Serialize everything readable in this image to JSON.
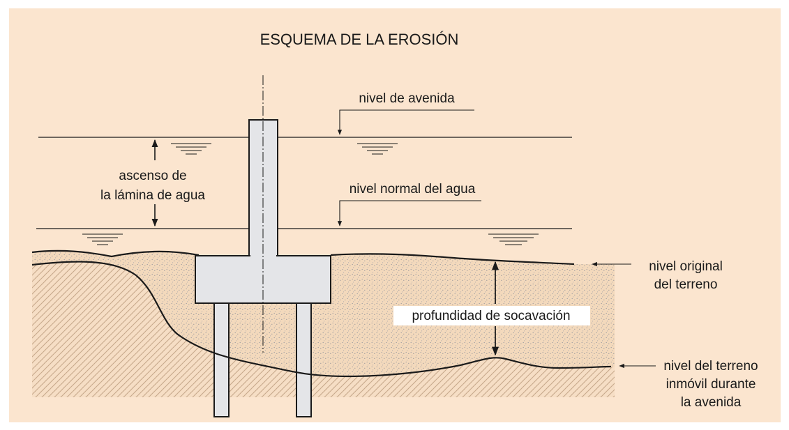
{
  "title": "ESQUEMA DE LA EROSIÓN",
  "labels": {
    "flood_level": "nivel de avenida",
    "normal_water_level": "nivel normal del agua",
    "water_rise_line1": "ascenso de",
    "water_rise_line2": "la lámina de agua",
    "scour_depth": "profundidad de socavación",
    "original_ground_line1": "nivel original",
    "original_ground_line2": "del terreno",
    "flood_bed_line1": "nivel del terreno",
    "flood_bed_line2": "inmóvil durante",
    "flood_bed_line3": "la avenida"
  },
  "colors": {
    "background": "#fbe5cf",
    "sand": "#f3d9bc",
    "sand_dots": "#9a9aa0",
    "hatch": "#c9aa8e",
    "structure_fill": "#e4e5e8",
    "line": "#1a1a1a"
  }
}
